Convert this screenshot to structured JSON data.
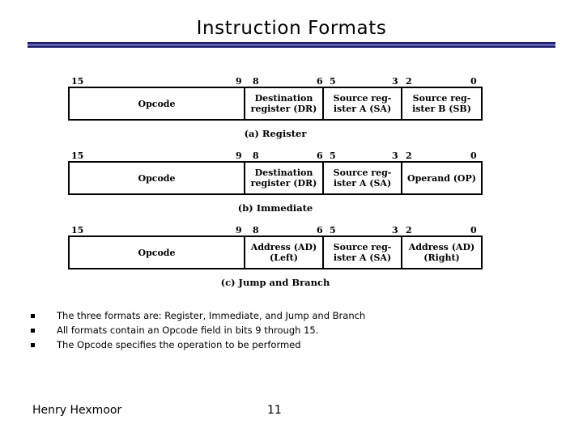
{
  "slide": {
    "title": "Instruction Formats",
    "accent_color": "#5b5fb0",
    "accent_border_color": "#1a1a66"
  },
  "formats": [
    {
      "id": "a",
      "caption": "(a) Register",
      "bit_labels": [
        "15",
        "9",
        "8",
        "6",
        "5",
        "3",
        "2",
        "0"
      ],
      "fields": [
        {
          "name": "opcode",
          "line1": "Opcode",
          "line2": ""
        },
        {
          "name": "destination-register",
          "line1": "Destination",
          "line2": "register (DR)"
        },
        {
          "name": "source-register-a",
          "line1": "Source reg-",
          "line2": "ister A (SA)"
        },
        {
          "name": "source-register-b",
          "line1": "Source reg-",
          "line2": "ister B (SB)"
        }
      ]
    },
    {
      "id": "b",
      "caption": "(b) Immediate",
      "bit_labels": [
        "15",
        "9",
        "8",
        "6",
        "5",
        "3",
        "2",
        "0"
      ],
      "fields": [
        {
          "name": "opcode",
          "line1": "Opcode",
          "line2": ""
        },
        {
          "name": "destination-register",
          "line1": "Destination",
          "line2": "register (DR)"
        },
        {
          "name": "source-register-a",
          "line1": "Source reg-",
          "line2": "ister A (SA)"
        },
        {
          "name": "operand",
          "line1": "Operand (OP)",
          "line2": ""
        }
      ]
    },
    {
      "id": "c",
      "caption": "(c) Jump and Branch",
      "bit_labels": [
        "15",
        "9",
        "8",
        "6",
        "5",
        "3",
        "2",
        "0"
      ],
      "fields": [
        {
          "name": "opcode",
          "line1": "Opcode",
          "line2": ""
        },
        {
          "name": "address-left",
          "line1": "Address (AD)",
          "line2": "(Left)"
        },
        {
          "name": "source-register-a",
          "line1": "Source reg-",
          "line2": "ister A (SA)"
        },
        {
          "name": "address-right",
          "line1": "Address (AD)",
          "line2": "(Right)"
        }
      ]
    }
  ],
  "bullets": [
    "The three formats are: Register, Immediate, and Jump and Branch",
    "All formats contain an Opcode field in bits 9 through 15.",
    "The Opcode specifies the operation to be performed"
  ],
  "footer": {
    "author": "Henry Hexmoor",
    "page_number": "11"
  }
}
